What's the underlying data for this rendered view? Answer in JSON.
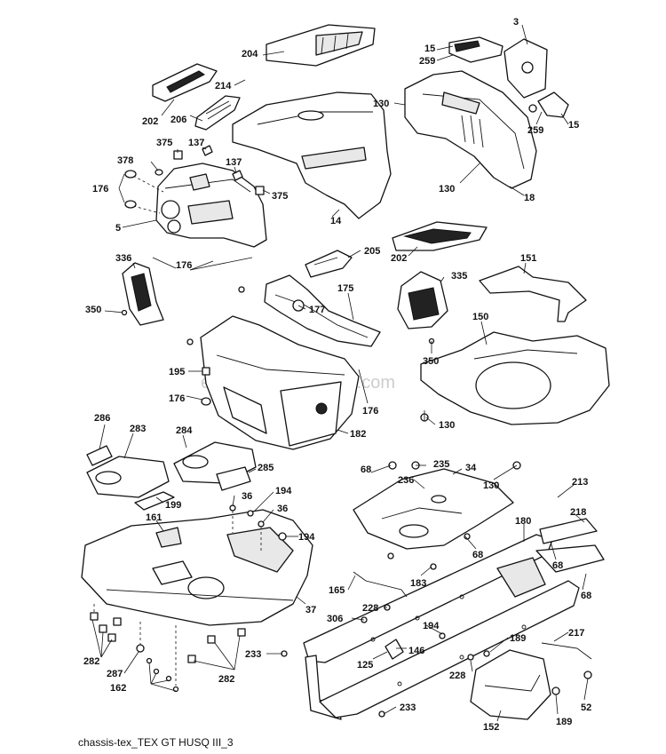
{
  "caption": "chassis-tex_TEX GT HUSQ III_3",
  "watermark": "eReplacementParts.com",
  "callouts": [
    {
      "id": "c3",
      "label": "3"
    },
    {
      "id": "c15a",
      "label": "15"
    },
    {
      "id": "c259a",
      "label": "259"
    },
    {
      "id": "c204",
      "label": "204"
    },
    {
      "id": "c214",
      "label": "214"
    },
    {
      "id": "c202a",
      "label": "202"
    },
    {
      "id": "c206",
      "label": "206"
    },
    {
      "id": "c130a",
      "label": "130"
    },
    {
      "id": "c259b",
      "label": "259"
    },
    {
      "id": "c15b",
      "label": "15"
    },
    {
      "id": "c375a",
      "label": "375"
    },
    {
      "id": "c137a",
      "label": "137"
    },
    {
      "id": "c378",
      "label": "378"
    },
    {
      "id": "c137b",
      "label": "137"
    },
    {
      "id": "c176a",
      "label": "176"
    },
    {
      "id": "c375b",
      "label": "375"
    },
    {
      "id": "c130b",
      "label": "130"
    },
    {
      "id": "c18",
      "label": "18"
    },
    {
      "id": "c14",
      "label": "14"
    },
    {
      "id": "c5",
      "label": "5"
    },
    {
      "id": "c205",
      "label": "205"
    },
    {
      "id": "c202b",
      "label": "202"
    },
    {
      "id": "c336",
      "label": "336"
    },
    {
      "id": "c176b",
      "label": "176"
    },
    {
      "id": "c151",
      "label": "151"
    },
    {
      "id": "c335",
      "label": "335"
    },
    {
      "id": "c175",
      "label": "175"
    },
    {
      "id": "c350a",
      "label": "350"
    },
    {
      "id": "c177",
      "label": "177"
    },
    {
      "id": "c150",
      "label": "150"
    },
    {
      "id": "c350b",
      "label": "350"
    },
    {
      "id": "c195",
      "label": "195"
    },
    {
      "id": "c176c",
      "label": "176"
    },
    {
      "id": "c176d",
      "label": "176"
    },
    {
      "id": "c130c",
      "label": "130"
    },
    {
      "id": "c182",
      "label": "182"
    },
    {
      "id": "c286",
      "label": "286"
    },
    {
      "id": "c283",
      "label": "283"
    },
    {
      "id": "c284",
      "label": "284"
    },
    {
      "id": "c285",
      "label": "285"
    },
    {
      "id": "c68a",
      "label": "68"
    },
    {
      "id": "c235",
      "label": "235"
    },
    {
      "id": "c34",
      "label": "34"
    },
    {
      "id": "c130d",
      "label": "130"
    },
    {
      "id": "c236",
      "label": "236"
    },
    {
      "id": "c213",
      "label": "213"
    },
    {
      "id": "c36a",
      "label": "36"
    },
    {
      "id": "c194a",
      "label": "194"
    },
    {
      "id": "c199",
      "label": "199"
    },
    {
      "id": "c36b",
      "label": "36"
    },
    {
      "id": "c218",
      "label": "218"
    },
    {
      "id": "c161",
      "label": "161"
    },
    {
      "id": "c180",
      "label": "180"
    },
    {
      "id": "c194b",
      "label": "194"
    },
    {
      "id": "c68b",
      "label": "68"
    },
    {
      "id": "c68c",
      "label": "68"
    },
    {
      "id": "c165",
      "label": "165"
    },
    {
      "id": "c183",
      "label": "183"
    },
    {
      "id": "c68d",
      "label": "68"
    },
    {
      "id": "c37",
      "label": "37"
    },
    {
      "id": "c228a",
      "label": "228"
    },
    {
      "id": "c306",
      "label": "306"
    },
    {
      "id": "c194c",
      "label": "194"
    },
    {
      "id": "c217",
      "label": "217"
    },
    {
      "id": "c189a",
      "label": "189"
    },
    {
      "id": "c282a",
      "label": "282"
    },
    {
      "id": "c146",
      "label": "146"
    },
    {
      "id": "c287",
      "label": "287"
    },
    {
      "id": "c233a",
      "label": "233"
    },
    {
      "id": "c125",
      "label": "125"
    },
    {
      "id": "c228b",
      "label": "228"
    },
    {
      "id": "c282b",
      "label": "282"
    },
    {
      "id": "c162",
      "label": "162"
    },
    {
      "id": "c52",
      "label": "52"
    },
    {
      "id": "c233b",
      "label": "233"
    },
    {
      "id": "c189b",
      "label": "189"
    },
    {
      "id": "c152",
      "label": "152"
    }
  ]
}
